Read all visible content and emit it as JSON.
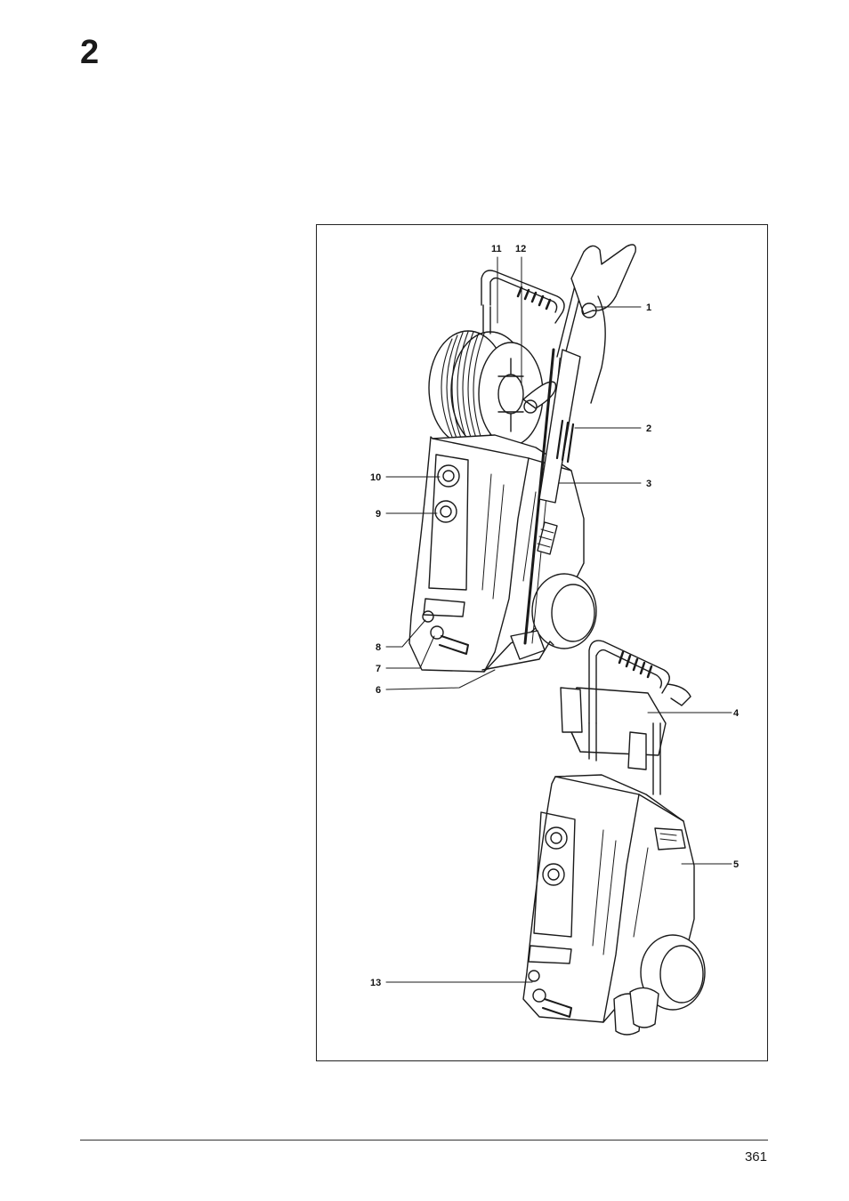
{
  "page": {
    "chapter_number": "2",
    "page_number": "361"
  },
  "figure": {
    "callouts": {
      "c1": "1",
      "c2": "2",
      "c3": "3",
      "c4": "4",
      "c5": "5",
      "c6": "6",
      "c7": "7",
      "c8": "8",
      "c9": "9",
      "c10": "10",
      "c11": "11",
      "c12": "12",
      "c13": "13"
    }
  }
}
